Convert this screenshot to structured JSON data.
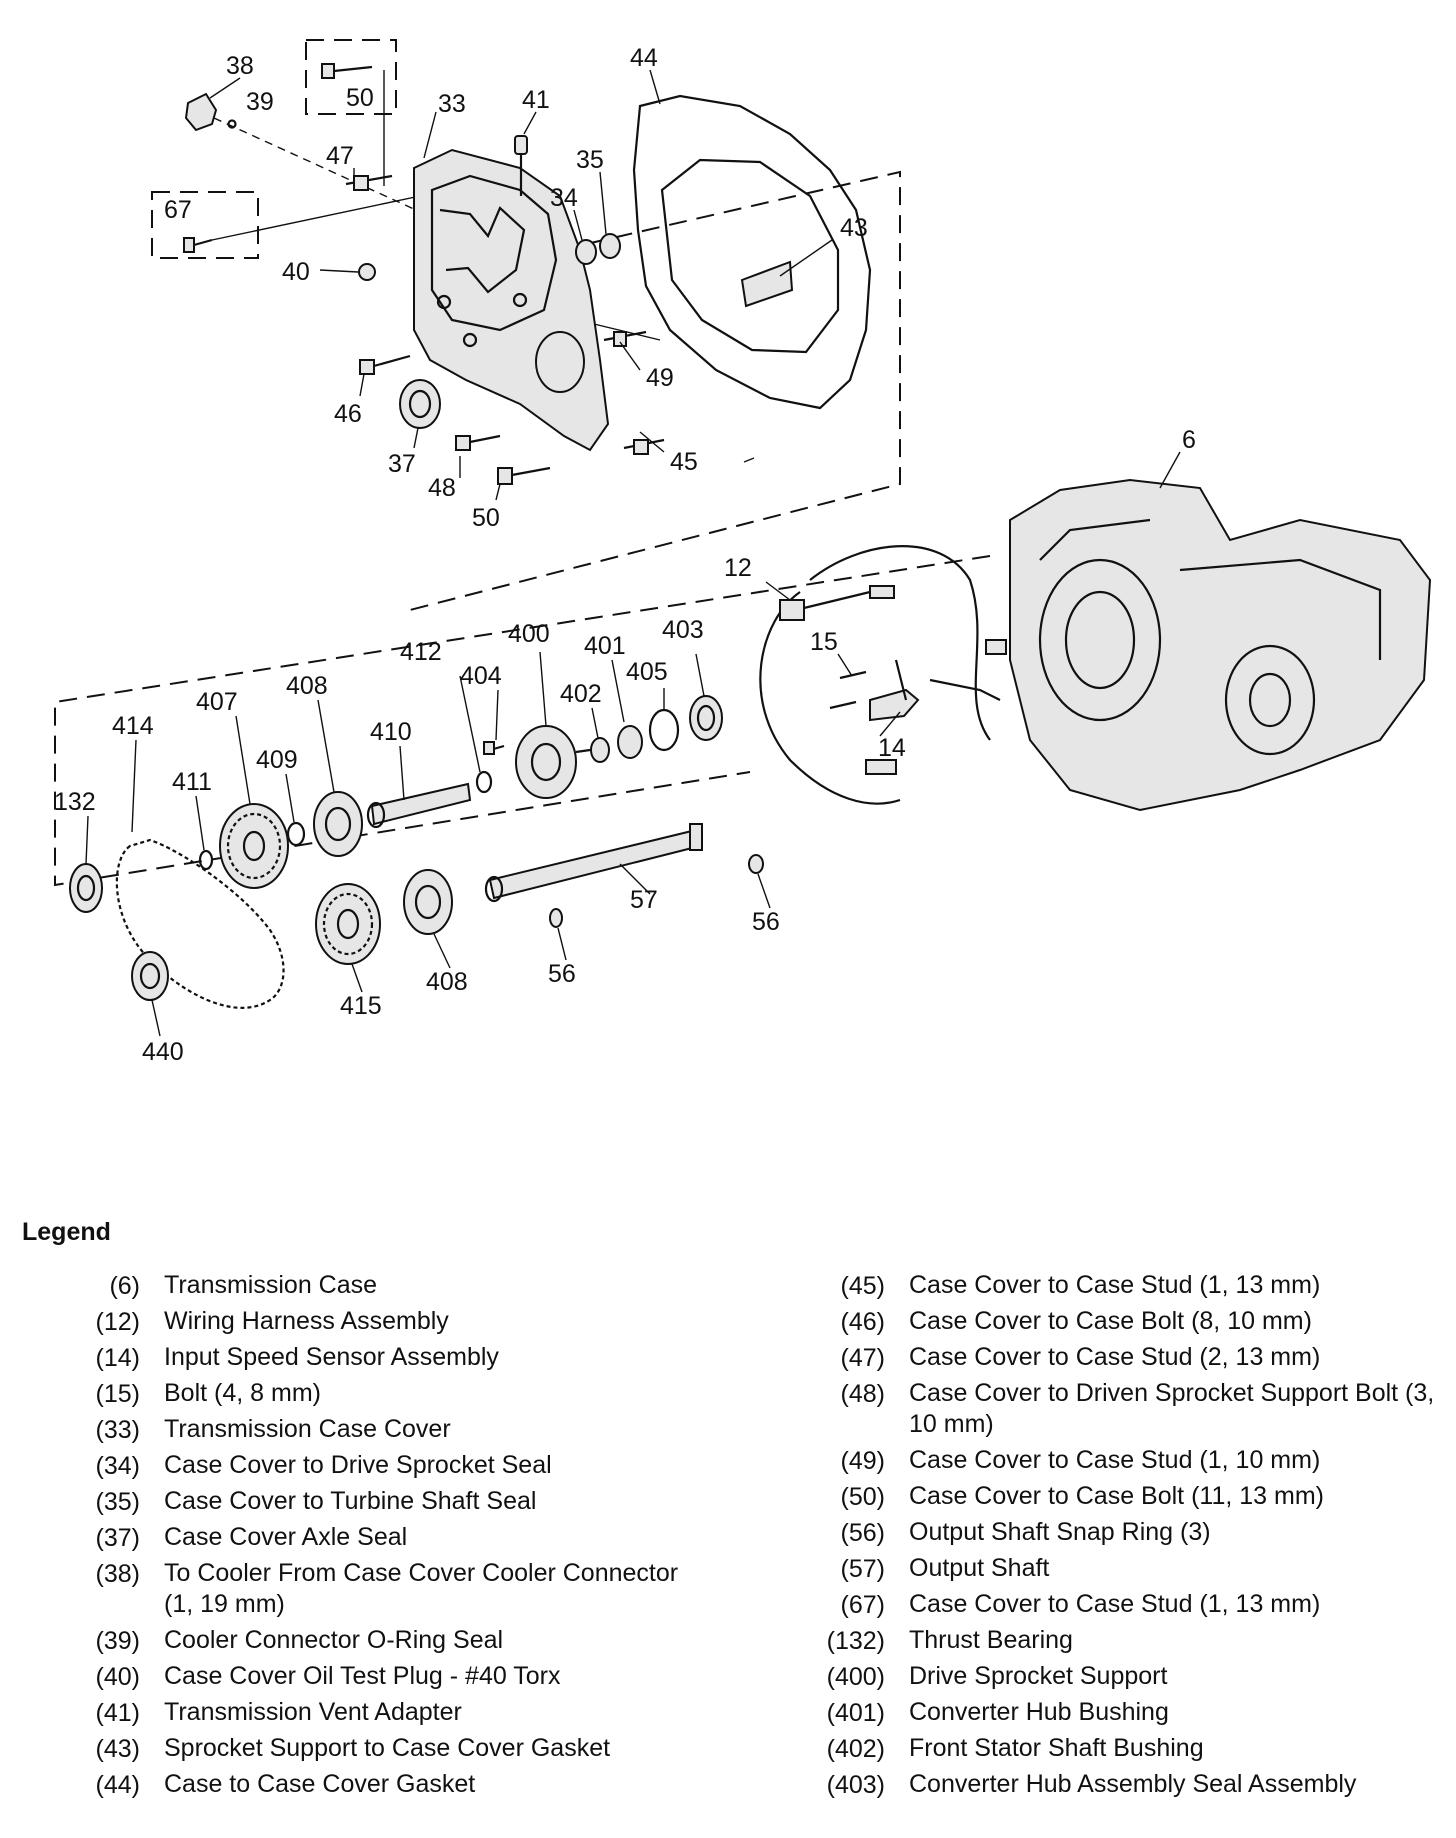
{
  "callouts": [
    "38",
    "39",
    "50",
    "33",
    "41",
    "44",
    "47",
    "67",
    "35",
    "34",
    "43",
    "40",
    "49",
    "46",
    "37",
    "48",
    "45",
    "50",
    "6",
    "12",
    "15",
    "14",
    "400",
    "401",
    "403",
    "412",
    "404",
    "402",
    "405",
    "408",
    "410",
    "407",
    "414",
    "409",
    "411",
    "132",
    "57",
    "56",
    "56",
    "408",
    "415",
    "440"
  ],
  "legend": {
    "title": "Legend",
    "left": [
      {
        "num": "(6)",
        "desc": "Transmission Case"
      },
      {
        "num": "(12)",
        "desc": "Wiring Harness Assembly"
      },
      {
        "num": "(14)",
        "desc": "Input Speed Sensor Assembly"
      },
      {
        "num": "(15)",
        "desc": "Bolt (4, 8 mm)"
      },
      {
        "num": "(33)",
        "desc": "Transmission Case Cover"
      },
      {
        "num": "(34)",
        "desc": "Case Cover to Drive Sprocket Seal"
      },
      {
        "num": "(35)",
        "desc": "Case Cover to Turbine Shaft Seal"
      },
      {
        "num": "(37)",
        "desc": "Case Cover Axle Seal"
      },
      {
        "num": "(38)",
        "desc": "To Cooler From Case Cover Cooler Connector (1, 19 mm)"
      },
      {
        "num": "(39)",
        "desc": "Cooler Connector O-Ring Seal"
      },
      {
        "num": "(40)",
        "desc": "Case Cover Oil Test Plug - #40 Torx"
      },
      {
        "num": "(41)",
        "desc": "Transmission Vent Adapter"
      },
      {
        "num": "(43)",
        "desc": "Sprocket Support to Case Cover Gasket"
      },
      {
        "num": "(44)",
        "desc": "Case to Case Cover Gasket"
      }
    ],
    "right": [
      {
        "num": "(45)",
        "desc": "Case Cover to Case Stud (1, 13 mm)"
      },
      {
        "num": "(46)",
        "desc": "Case Cover to Case Bolt (8, 10 mm)"
      },
      {
        "num": "(47)",
        "desc": "Case Cover to Case Stud (2, 13 mm)"
      },
      {
        "num": "(48)",
        "desc": "Case Cover to Driven Sprocket Support Bolt (3, 10 mm)"
      },
      {
        "num": "(49)",
        "desc": "Case Cover to Case Stud (1, 10 mm)"
      },
      {
        "num": "(50)",
        "desc": "Case Cover to Case Bolt (11, 13 mm)"
      },
      {
        "num": "(56)",
        "desc": "Output Shaft Snap Ring (3)"
      },
      {
        "num": "(57)",
        "desc": "Output Shaft"
      },
      {
        "num": "(67)",
        "desc": "Case Cover to Case Stud (1, 13 mm)"
      },
      {
        "num": "(132)",
        "desc": "Thrust Bearing"
      },
      {
        "num": "(400)",
        "desc": "Drive Sprocket Support"
      },
      {
        "num": "(401)",
        "desc": "Converter Hub Bushing"
      },
      {
        "num": "(402)",
        "desc": "Front Stator Shaft Bushing"
      },
      {
        "num": "(403)",
        "desc": "Converter Hub Assembly Seal Assembly"
      }
    ]
  }
}
